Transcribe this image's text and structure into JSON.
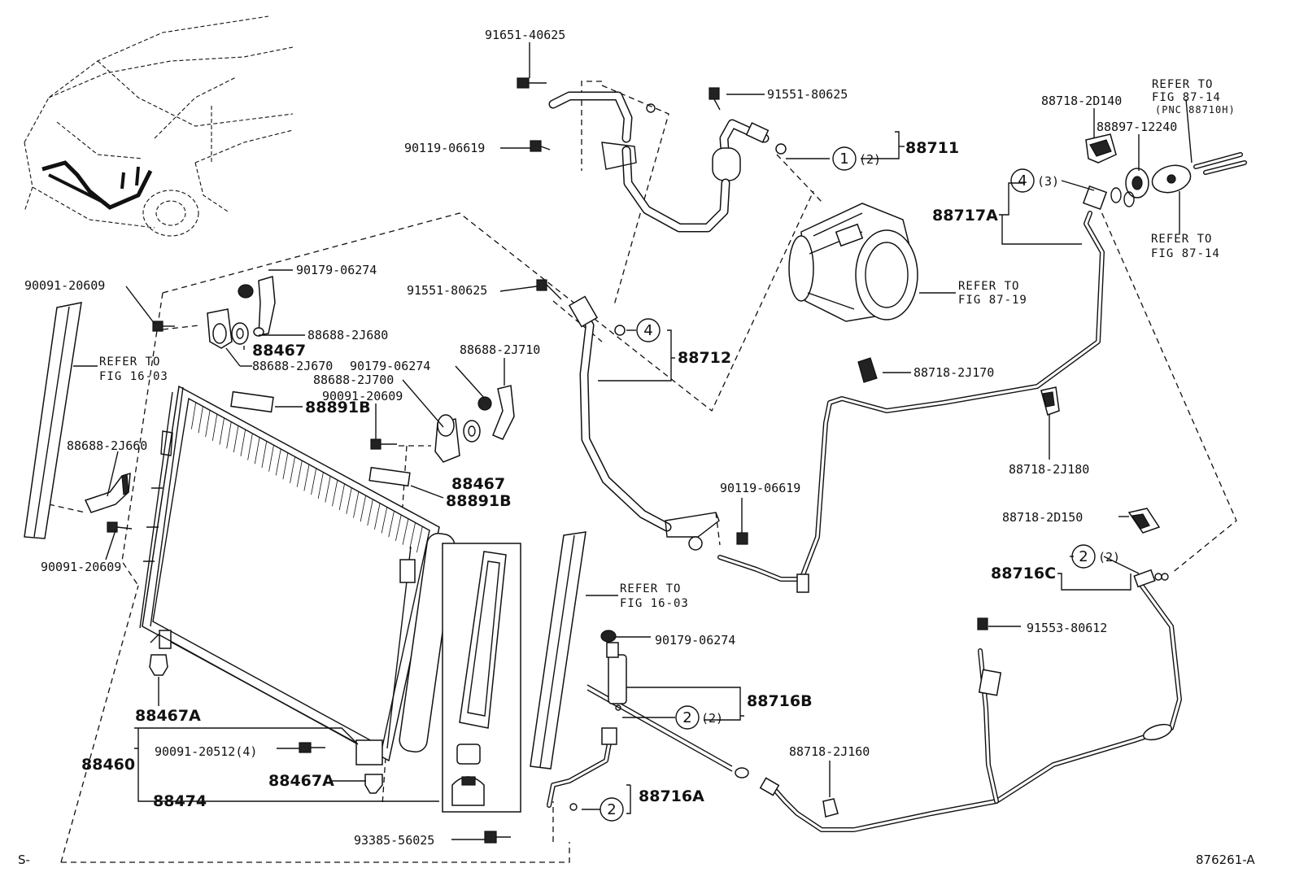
{
  "parts": {
    "p91651_40625": "91651-40625",
    "p91551_80625_top": "91551-80625",
    "p90119_06619_top": "90119-06619",
    "p88711": "88711",
    "p88718_2D140": "88718-2D140",
    "p88897_12240": "88897-12240",
    "p88717A": "88717A",
    "p90091_20609_a": "90091-20609",
    "p90179_06274_a": "90179-06274",
    "p91551_80625_mid": "91551-80625",
    "p88688_2J680": "88688-2J680",
    "p88467_a": "88467",
    "p88688_2J670": "88688-2J670",
    "p90179_06274_b": "90179-06274",
    "p88688_2J710": "88688-2J710",
    "p88688_2J700": "88688-2J700",
    "p90091_20609_b": "90091-20609",
    "p88891B_a": "88891B",
    "p88712": "88712",
    "p88718_2J170": "88718-2J170",
    "p88688_2J660": "88688-2J660",
    "p88467_b": "88467",
    "p88891B_b": "88891B",
    "p88718_2J180": "88718-2J180",
    "p90119_06619_mid": "90119-06619",
    "p88718_2D150": "88718-2D150",
    "p90091_20609_c": "90091-20609",
    "p88716C": "88716C",
    "p91553_80612": "91553-80612",
    "p90179_06274_c": "90179-06274",
    "p88467A_a": "88467A",
    "p88716B": "88716B",
    "p88460": "88460",
    "p90091_20512": "90091-20512(4)",
    "p88718_2J160": "88718-2J160",
    "p88467A_b": "88467A",
    "p88474": "88474",
    "p88716A": "88716A",
    "p93385_56025": "93385-56025"
  },
  "callouts": {
    "c1": "1",
    "c2_a": "2",
    "c2_b": "2",
    "c2_c": "2",
    "c4_a": "4",
    "c4_b": "4"
  },
  "quantities": {
    "q1": "(2)",
    "q4": "(3)",
    "q2_c": "(2)",
    "q2_b": "(2)"
  },
  "notes": {
    "refer_87_14_a": [
      "REFER TO",
      "FIG 87-14",
      "(PNC 88710H)"
    ],
    "refer_87_14_b": [
      "REFER TO",
      "FIG 87-14"
    ],
    "refer_87_19": [
      "REFER TO",
      "FIG 87-19"
    ],
    "refer_16_03_a": [
      "REFER TO",
      "FIG 16-03"
    ],
    "refer_16_03_b": [
      "REFER TO",
      "FIG 16-03"
    ]
  },
  "footer": {
    "left_mark": "S-",
    "figure_id": "876261-A"
  }
}
